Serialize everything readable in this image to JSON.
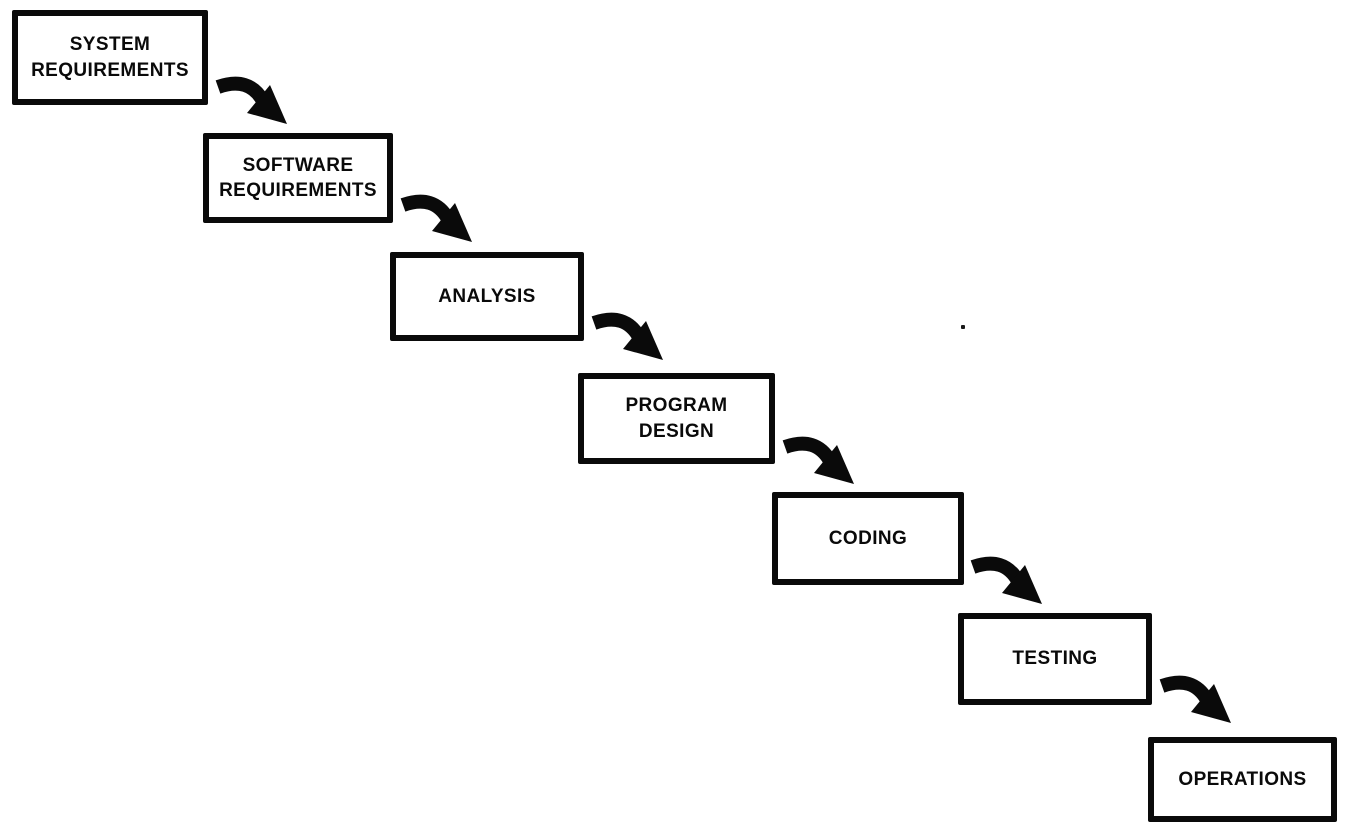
{
  "colors": {
    "ink": "#0a0a0a",
    "paper": "#ffffff"
  },
  "diagram": {
    "type": "flowchart",
    "steps": [
      {
        "id": "system-requirements",
        "label": "SYSTEM\nREQUIREMENTS"
      },
      {
        "id": "software-requirements",
        "label": "SOFTWARE\nREQUIREMENTS"
      },
      {
        "id": "analysis",
        "label": "ANALYSIS"
      },
      {
        "id": "program-design",
        "label": "PROGRAM\nDESIGN"
      },
      {
        "id": "coding",
        "label": "CODING"
      },
      {
        "id": "testing",
        "label": "TESTING"
      },
      {
        "id": "operations",
        "label": "OPERATIONS"
      }
    ],
    "connections": [
      {
        "from": "system-requirements",
        "to": "software-requirements"
      },
      {
        "from": "software-requirements",
        "to": "analysis"
      },
      {
        "from": "analysis",
        "to": "program-design"
      },
      {
        "from": "program-design",
        "to": "coding"
      },
      {
        "from": "coding",
        "to": "testing"
      },
      {
        "from": "testing",
        "to": "operations"
      }
    ]
  }
}
